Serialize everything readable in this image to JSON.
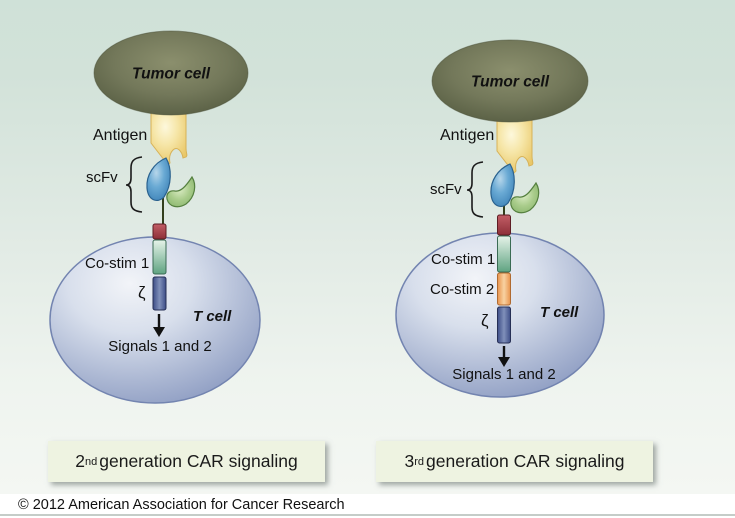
{
  "figure": {
    "panels": [
      {
        "name": "second-generation-car",
        "tumor_cell": "Tumor cell",
        "antigen": "Antigen",
        "scfv": "scFv",
        "costim1": "Co-stim 1",
        "zeta": "ζ",
        "t_cell": "T cell",
        "signals": "Signals 1 and 2",
        "caption": {
          "ordinal": "2",
          "suffix": "nd",
          "text": " generation CAR signaling"
        }
      },
      {
        "name": "third-generation-car",
        "tumor_cell": "Tumor cell",
        "antigen": "Antigen",
        "scfv": "scFv",
        "costim1": "Co-stim 1",
        "costim2": "Co-stim 2",
        "zeta": "ζ",
        "t_cell": "T cell",
        "signals": "Signals 1 and 2",
        "caption": {
          "ordinal": "3",
          "suffix": "rd",
          "text": " generation CAR signaling"
        }
      }
    ],
    "footer": "© 2012 American Association for Cancer Research",
    "colors": {
      "background_top": "#cfe1d8",
      "background_bottom": "#f4f7f3",
      "tumor_cell_fill": "#6e7455",
      "t_cell_fill": "#9fadcd",
      "antigen_gold": "#eecd70",
      "scfv_blue": "#4a8fc2",
      "scfv_green": "#95bd77",
      "hinge_red": "#a2404a",
      "costim1_teal": "#6aa98a",
      "costim2_orange": "#eda45e",
      "zeta_navy": "#46558f",
      "caption_box_bg": "#eef3e1"
    }
  }
}
